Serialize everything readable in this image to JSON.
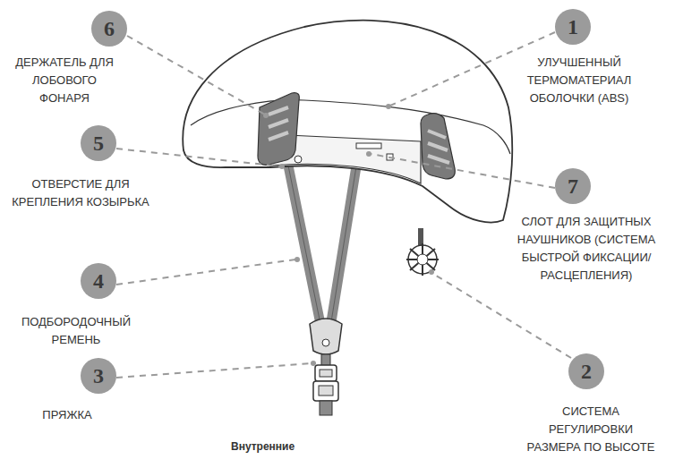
{
  "diagram": {
    "nodes": [
      {
        "text": [
          "6",
          "ДЕРЖАТЕЛЬ ДЛЯ ЛОБОВОГО ФОНАРЯ"
        ]
      },
      {
        "text": [
          "1",
          "УЛУЧШЕННЫЙ ТЕРМОМАТЕРИАЛ ОБОЛОЧКИ (ABS)"
        ]
      },
      {
        "text": [
          "5",
          "ОТВЕРСТИЕ ДЛЯ КРЕПЛЕНИЯ КОЗЫРЬКА"
        ]
      },
      {
        "text": [
          "7",
          "СЛОТ ДЛЯ ЗАЩИТНЫХ НАУШНИКОВ (СИСТЕМА БЫСТРОЙ ФИКСАЦИИ/ РАСЦЕПЛЕНИЯ)"
        ]
      },
      {
        "text": [
          "4",
          "ПОДБОРОДОЧНЫЙ РЕМЕНЬ"
        ]
      },
      {
        "text": [
          "3",
          "ПРЯЖКА"
        ]
      },
      {
        "text": [
          "2",
          "СИСТЕМА РЕГУЛИРОВКИ РАЗМЕРА ПО ВЫСОТЕ"
        ]
      }
    ],
    "labels": [
      "Внутренние"
    ]
  }
}
